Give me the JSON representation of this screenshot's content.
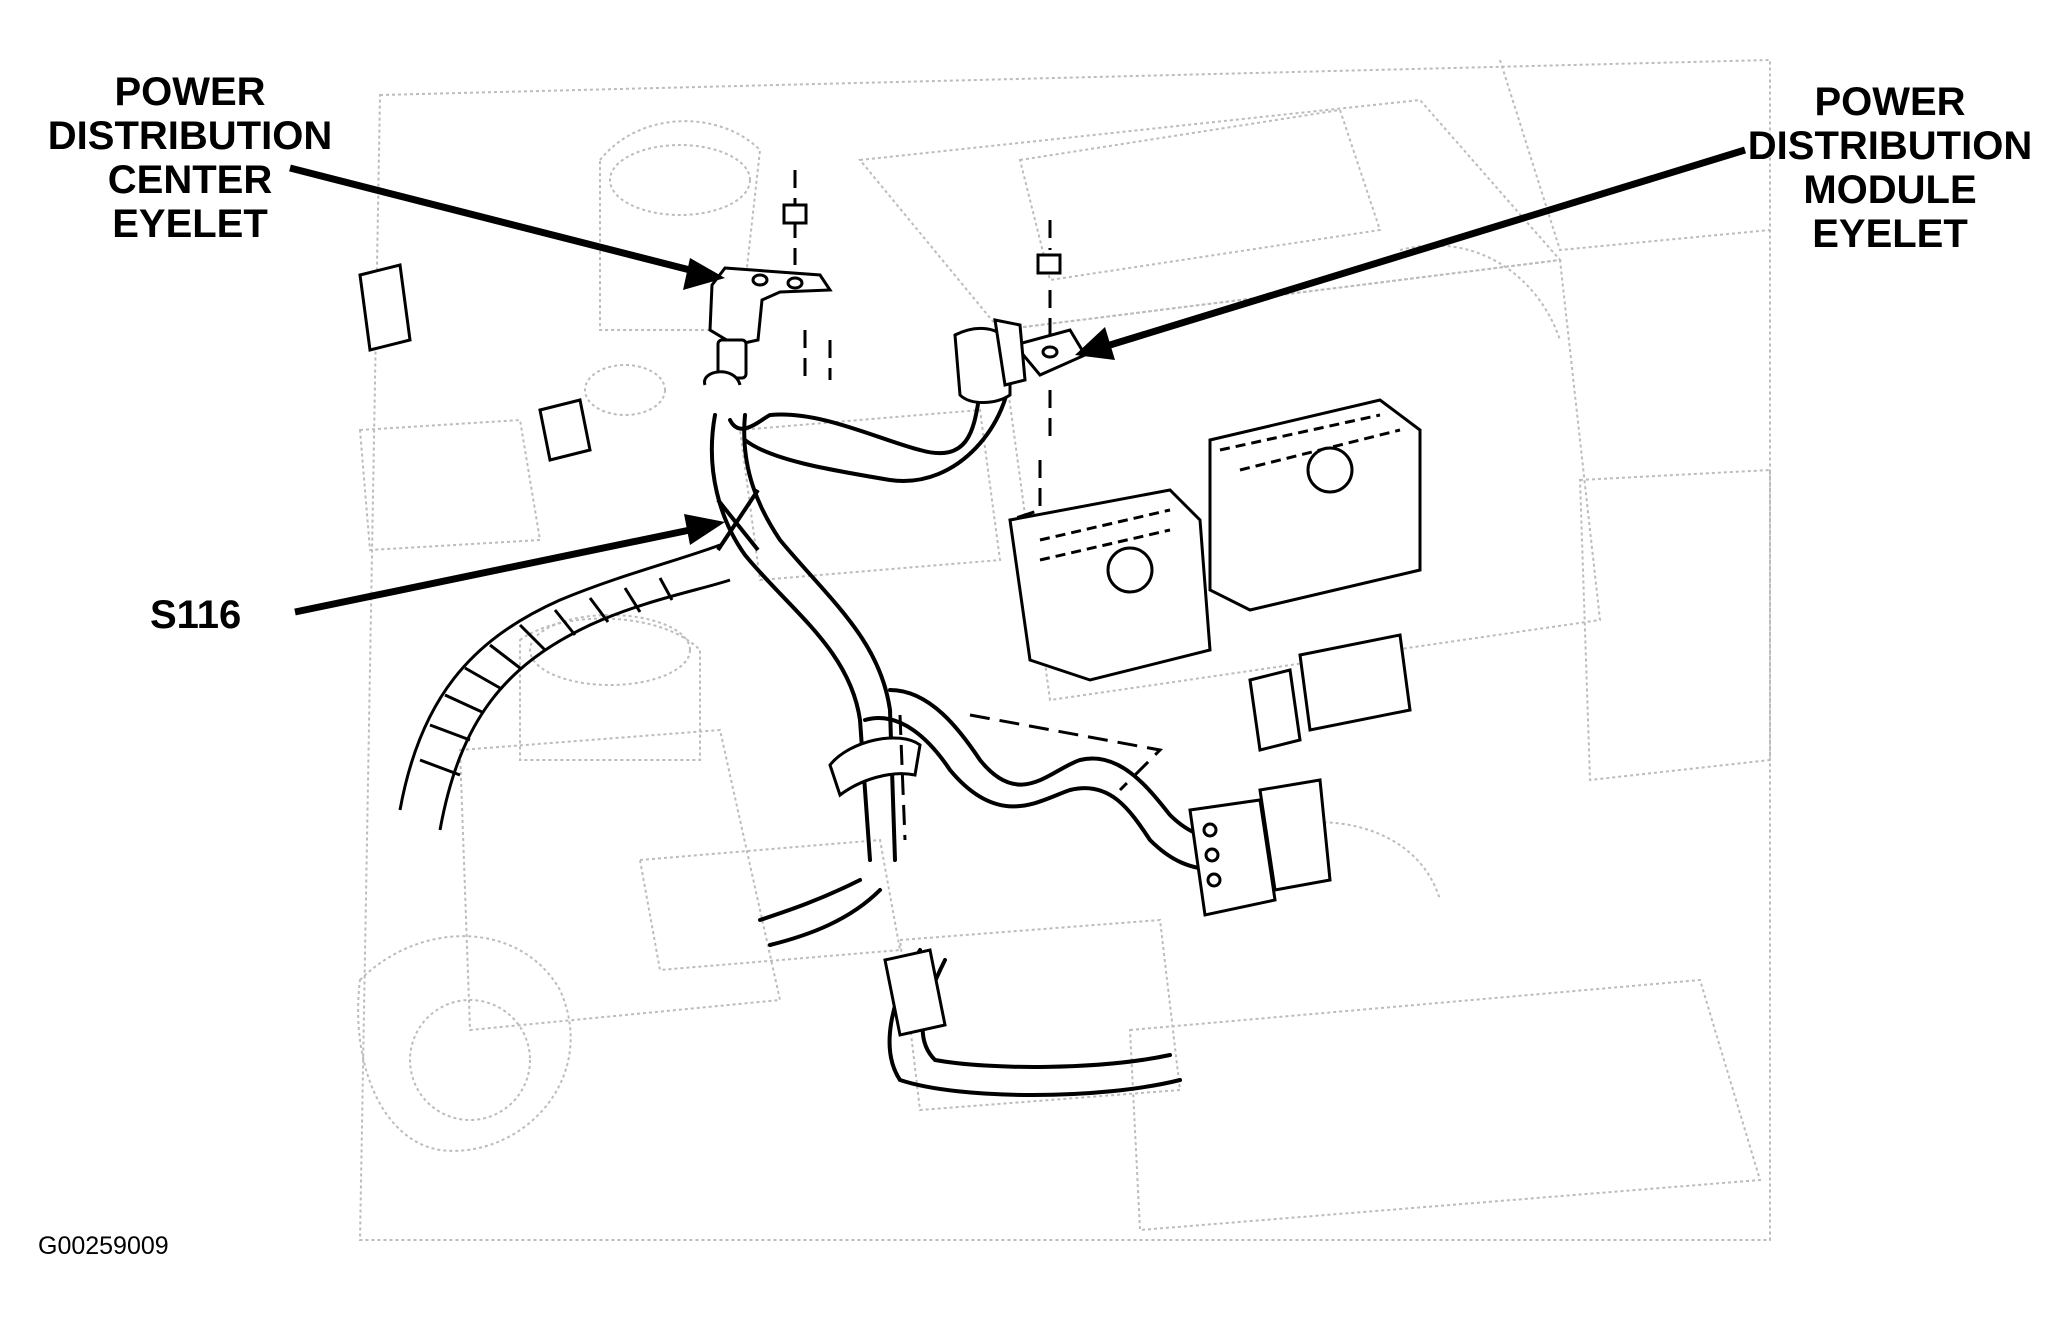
{
  "callouts": {
    "pdc_eyelet": [
      "POWER",
      "DISTRIBUTION",
      "CENTER",
      "EYELET"
    ],
    "pdm_eyelet": [
      "POWER",
      "DISTRIBUTION",
      "MODULE",
      "EYELET"
    ],
    "splice": "S116"
  },
  "figure_id": "G00259009"
}
